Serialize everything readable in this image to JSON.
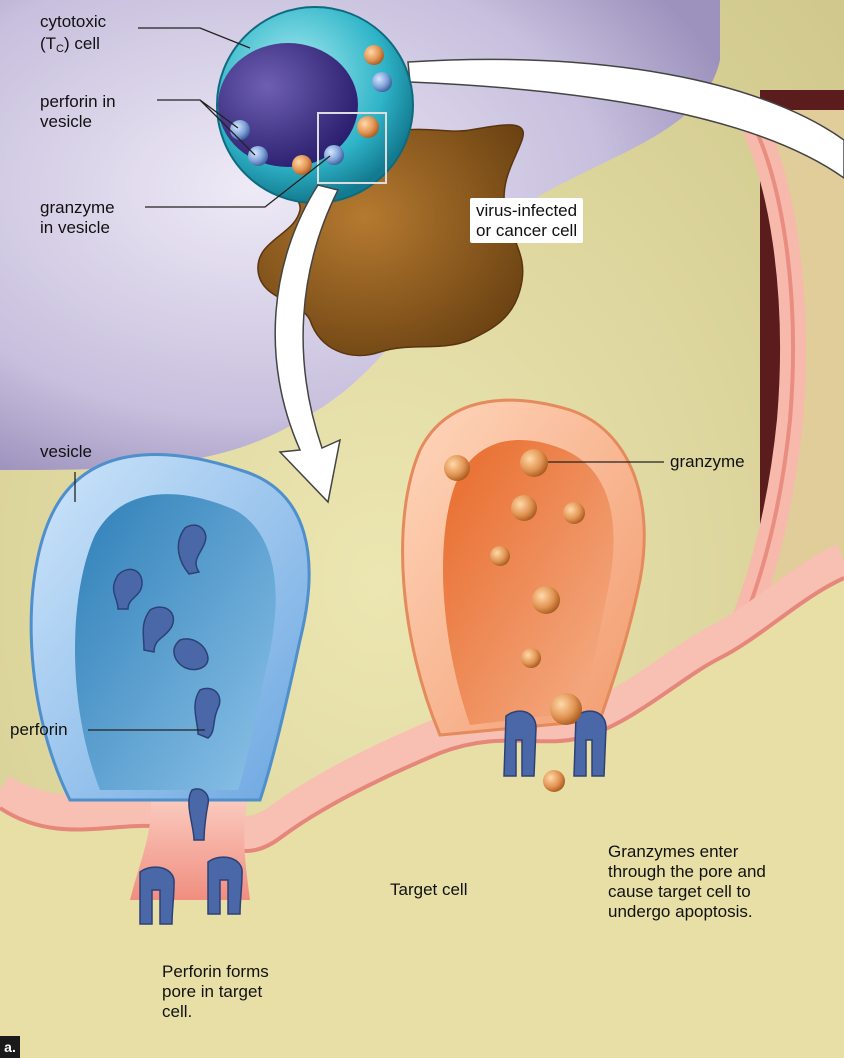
{
  "labels": {
    "cytotoxic": "cytotoxic",
    "tc_cell_prefix": "(T",
    "tc_cell_sub": "C",
    "tc_cell_suffix": ") cell",
    "perforin_in_vesicle": "perforin in\nvesicle",
    "granzyme_in_vesicle": "granzyme\nin vesicle",
    "virus_infected": "virus-infected\nor cancer cell",
    "vesicle": "vesicle",
    "granzyme": "granzyme",
    "perforin": "perforin",
    "target_cell": "Target cell",
    "granzymes_enter": "Granzymes enter\nthrough the pore and\ncause target cell to\nundergo apoptosis.",
    "perforin_forms": "Perforin forms\npore in target\ncell.",
    "panel": "a."
  },
  "colors": {
    "background_yellow": "#e4dca0",
    "lavender": "#bdb4d6",
    "target_pink": "#f4a59a",
    "perforin_blue": "#4f6fb0",
    "granzyme_orange": "#d88a4c",
    "tc_teal": "#2fb4c8",
    "infected_brown": "#9a6524"
  }
}
